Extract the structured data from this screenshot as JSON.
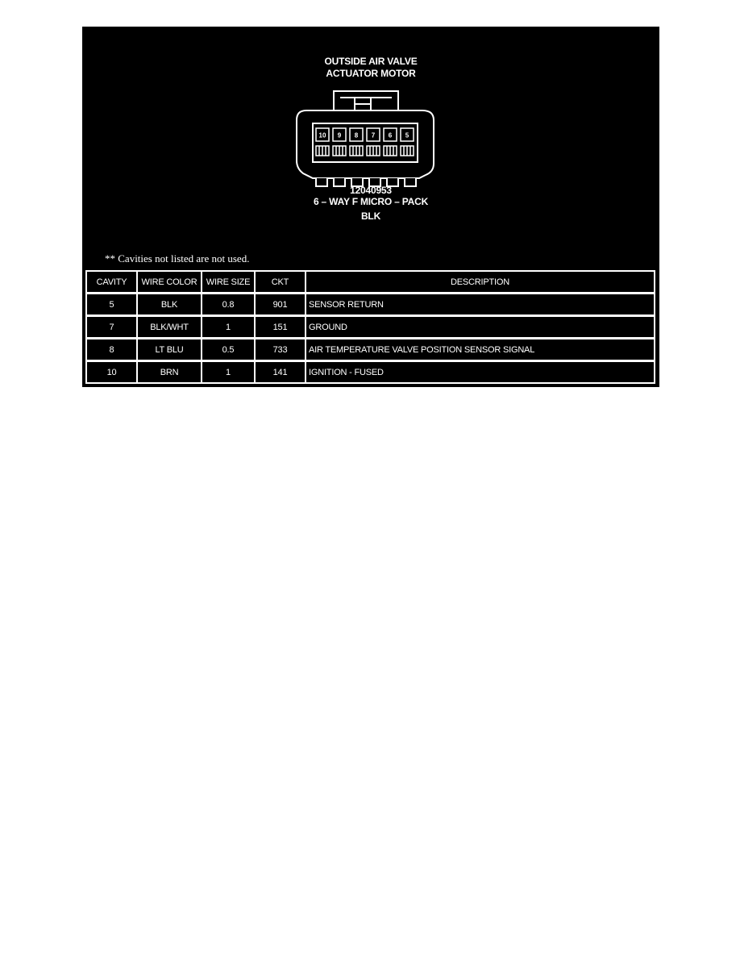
{
  "title": {
    "line1": "OUTSIDE AIR VALVE",
    "line2": "ACTUATOR MOTOR"
  },
  "connector": {
    "cavity_labels": [
      "10",
      "9",
      "8",
      "7",
      "6",
      "5"
    ]
  },
  "part": {
    "number": "12040953",
    "type": "6 – WAY F MICRO – PACK",
    "color": "BLK"
  },
  "note": "** Cavities not listed are not used.",
  "table": {
    "headers": {
      "cavity": "CAVITY",
      "wire_color": "WIRE COLOR",
      "wire_size": "WIRE SIZE",
      "ckt": "CKT",
      "description": "DESCRIPTION"
    },
    "rows": [
      {
        "cavity": "5",
        "wire_color": "BLK",
        "wire_size": "0.8",
        "ckt": "901",
        "description": "SENSOR RETURN"
      },
      {
        "cavity": "7",
        "wire_color": "BLK/WHT",
        "wire_size": "1",
        "ckt": "151",
        "description": "GROUND"
      },
      {
        "cavity": "8",
        "wire_color": "LT BLU",
        "wire_size": "0.5",
        "ckt": "733",
        "description": "AIR TEMPERATURE VALVE POSITION SENSOR SIGNAL"
      },
      {
        "cavity": "10",
        "wire_color": "BRN",
        "wire_size": "1",
        "ckt": "141",
        "description": "IGNITION - FUSED"
      }
    ]
  }
}
